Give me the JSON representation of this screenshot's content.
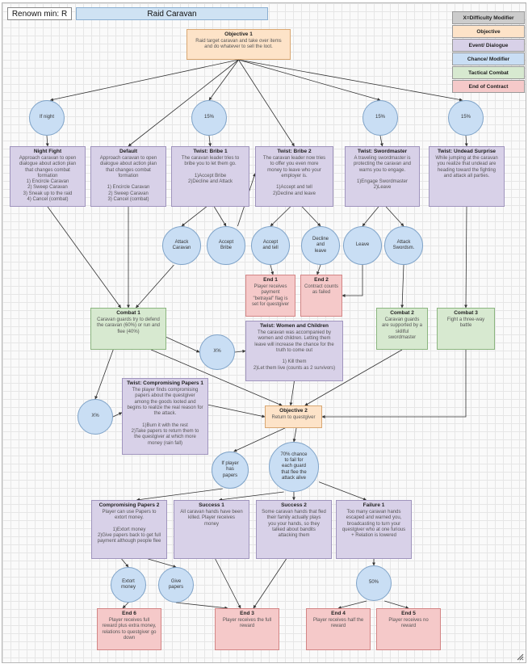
{
  "header": {
    "renown": "Renown min: R",
    "title": "Raid Caravan"
  },
  "legend": [
    {
      "label": "X=Difficulty Modifier",
      "color": "#cccccc"
    },
    {
      "label": "Objective",
      "color": "#fde3c8"
    },
    {
      "label": "Event/ Dialogue",
      "color": "#d8d1e8"
    },
    {
      "label": "Chance/ Modifier",
      "color": "#c9def4"
    },
    {
      "label": "Tactical Combat",
      "color": "#d7e9d0"
    },
    {
      "label": "End of Contract",
      "color": "#f5c9c9"
    }
  ],
  "nodes": {
    "obj1": {
      "title": "Objective 1",
      "body": "Raid target caravan and take over items\nand do whatever to sell the loot."
    },
    "c_night": {
      "body": "If night"
    },
    "c_15a": {
      "body": "15%"
    },
    "c_15b": {
      "body": "15%"
    },
    "c_15c": {
      "body": "15%"
    },
    "night": {
      "title": "Night Fight",
      "body": "Approach caravan to open\ndialogue about action plan\nthat changes combat\nformation\n1) Encircle Caravan\n2) Sweep Caravan\n3) Sneak up to the raid\n4) Cancel (combat)"
    },
    "default": {
      "title": "Default",
      "body": "Approach caravan to open\ndialogue about action plan\nthat changes combat\nformation\n\n1) Encircle Caravan\n2) Sweep Caravan\n3) Cancel (combat)"
    },
    "bribe1": {
      "title": "Twist: Bribe 1",
      "body": "The caravan leader tries to\nbribe you to let them go.\n\n1)Accept Bribe\n2)Decline and Attack"
    },
    "bribe2": {
      "title": "Twist: Bribe 2",
      "body": "The caravan leader now tries\nto offer you even more\nmoney to leave who your\nemployer is.\n\n1)Accept and tell\n2)Decline and leave"
    },
    "swordmaster": {
      "title": "Twist: Swordmaster",
      "body": "A traveling swordmaster is\nprotecting the caravan and\nwarns you to engage.\n\n1)Engage Swordmaster\n2)Leave"
    },
    "undead": {
      "title": "Twist: Undead Surprise",
      "body": "While jumping at the caravan\nyou realize that undead are\nheading toward the fighting\nand attack all parties."
    },
    "c_attack_caravan": {
      "body": "Attack\nCaravan"
    },
    "c_accept_bribe": {
      "body": "Accept\nBribe"
    },
    "c_accept_tell": {
      "body": "Accept\nand tell"
    },
    "c_decline_leave": {
      "body": "Decline\nand\nleave"
    },
    "c_leave": {
      "body": "Leave"
    },
    "c_attack_sword": {
      "body": "Attack\nSwordsm."
    },
    "end1": {
      "title": "End 1",
      "body": "Player receives\npayment\n\"betrayal\" flag is\nset for questgiver"
    },
    "end2": {
      "title": "End 2",
      "body": "Contract counts\nas failed"
    },
    "combat1": {
      "title": "Combat 1",
      "body": "Caravan guards try to defend\nthe caravan (60%) or run and\nflee (40%)"
    },
    "combat2": {
      "title": "Combat 2",
      "body": "Caravan guards\nare supported by a\nskillful\nswordmaster"
    },
    "combat3": {
      "title": "Combat 3",
      "body": "Fight a three-way\nbattle"
    },
    "c_x1": {
      "body": "X%"
    },
    "women": {
      "title": "Twist: Women and Children",
      "body": "The caravan was accompanied by\nwomen and children. Letting them\nleave will increase the chance for the\ntruth to come out\n\n1) Kill them\n2)Let them live (counts as 2 survivors)"
    },
    "c_x2": {
      "body": "X%"
    },
    "compromising": {
      "title": "Twist: Compromising\nPapers 1",
      "body": "The player finds compromising\npapers about the questgiver\namong the goods looted and\nbegins to realize the real reason for\nthe attack.\n\n1)Burn it with the rest\n2)Take papers to return them to\nthe questgiver at which more\nmoney (rain fall)"
    },
    "obj2": {
      "title": "Objective 2",
      "body": "Return to questgiver"
    },
    "c_if_papers": {
      "body": "If player\nhas\npapers"
    },
    "c_survivors": {
      "body": "70% chance\nto fail for\neach guard\nthat flee the\nattack alive"
    },
    "papers2": {
      "title": "Compromising Papers\n2",
      "body": "Player can use Papers to\nextort money.\n\n1)Extort money\n2)Give papers back to get full\npayment although people flee"
    },
    "success1": {
      "title": "Success 1",
      "body": "All caravan hands have been\nkilled. Player receives\nmoney"
    },
    "success2": {
      "title": "Success 2",
      "body": "Some caravan hands that fled\ntheir family actually plays\nyou your hands, so they\ntalked about bandits\nattacking them"
    },
    "failure1": {
      "title": "Failure 1",
      "body": "Too many caravan hands\nescaped and warned you,\nbroadcasting to turn your\nquestgiver who at one furious\n+ Relation is lowered"
    },
    "c_extort": {
      "body": "Extort\nmoney"
    },
    "c_give": {
      "body": "Give\npapers"
    },
    "c_50": {
      "body": "50%"
    },
    "end6": {
      "title": "End 6",
      "body": "Player receives full\nreward plus extra money,\nrelations to questgiver go\ndown"
    },
    "end3": {
      "title": "End 3",
      "body": "Player receives the full\nreward"
    },
    "end4": {
      "title": "End 4",
      "body": "Player receives half the\nreward"
    },
    "end5": {
      "title": "End 5",
      "body": "Player receives no\nreward"
    }
  }
}
